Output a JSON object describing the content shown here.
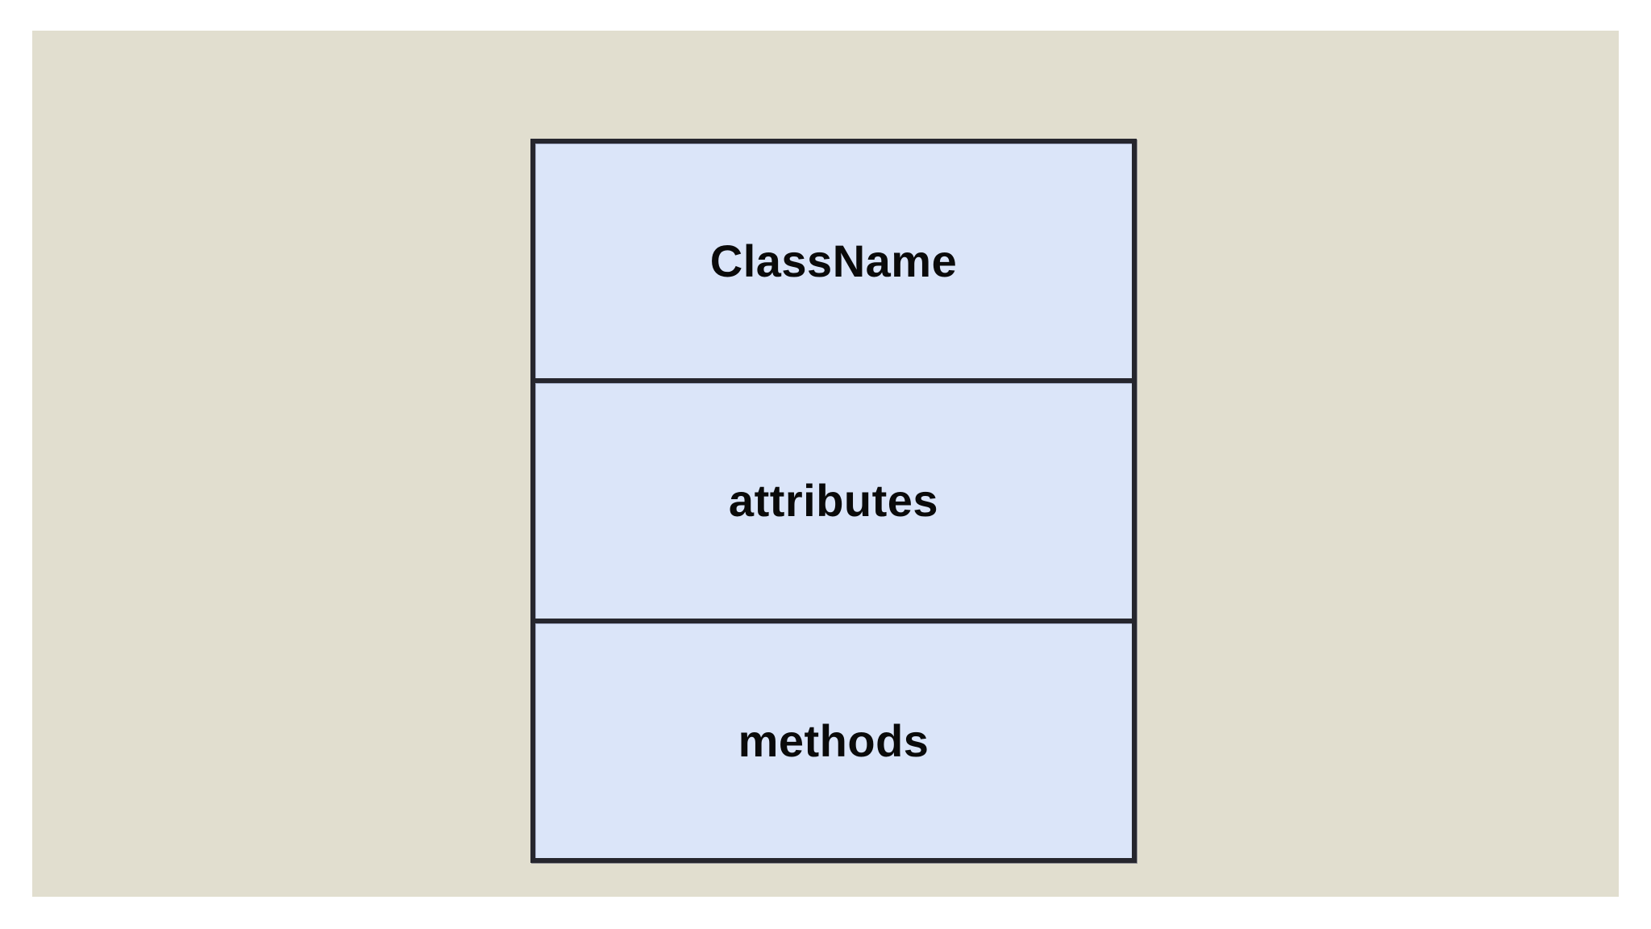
{
  "diagram": {
    "type": "uml-class-diagram",
    "class_box": {
      "compartments": [
        {
          "role": "class-name",
          "label": "ClassName"
        },
        {
          "role": "attributes",
          "label": "attributes"
        },
        {
          "role": "methods",
          "label": "methods"
        }
      ]
    },
    "colors": {
      "page_background": "#ffffff",
      "canvas_background": "#e1decf",
      "box_fill": "#dbe5f9",
      "box_border": "#26262e",
      "text": "#0a0a0a"
    }
  }
}
